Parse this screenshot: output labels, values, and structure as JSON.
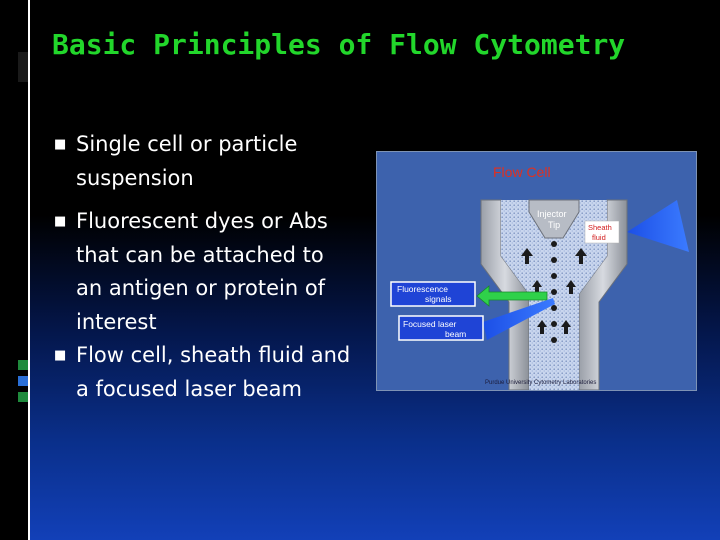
{
  "slide": {
    "title": "Basic Principles of Flow Cytometry",
    "bullets": [
      {
        "text": "Single cell or particle suspension"
      },
      {
        "text": "Fluorescent dyes or Abs that can be attached to an antigen or protein of interest"
      },
      {
        "text": "Flow cell, sheath fluid and a focused laser beam"
      }
    ]
  },
  "figure": {
    "heading": "Flow Cell",
    "labels": {
      "injector_line1": "Injector",
      "injector_line2": "Tip",
      "sheath_line1": "Sheath",
      "sheath_line2": "fluid",
      "fluor_line1": "Fluorescence",
      "fluor_line2": "signals",
      "laser_line1": "Focused laser",
      "laser_line2": "beam"
    },
    "credit": "Purdue University Cytometry Laboratories"
  },
  "colors": {
    "title": "#22d62b",
    "background_top": "#000000",
    "background_bottom": "#1240b8",
    "figure_bg": "#3d62ad",
    "figure_heading": "#e03020",
    "label_box": "#1f44d6",
    "fluorescence_arrow": "#2fd14a"
  }
}
